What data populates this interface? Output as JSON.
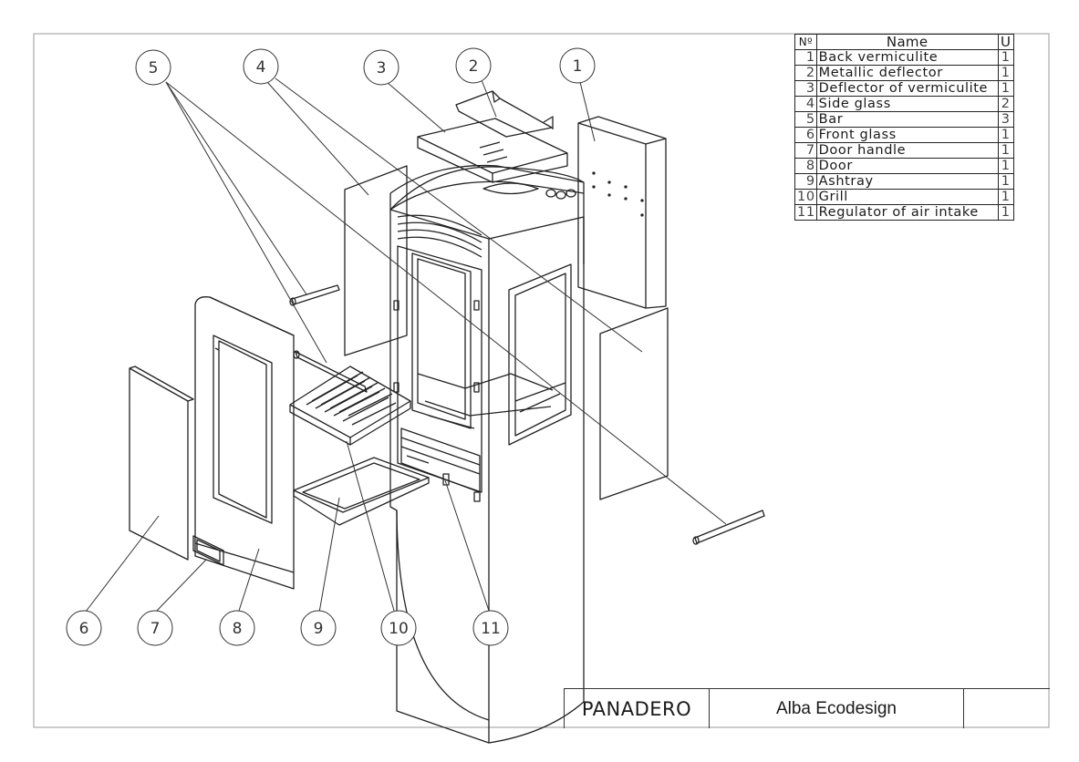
{
  "bom": {
    "headers": {
      "number": "Nº",
      "name": "Name",
      "units": "U"
    },
    "rows": [
      {
        "number": "1",
        "name": "Back vermiculite",
        "units": "1"
      },
      {
        "number": "2",
        "name": "Metallic deflector",
        "units": "1"
      },
      {
        "number": "3",
        "name": "Deflector of vermiculite",
        "units": "1"
      },
      {
        "number": "4",
        "name": "Side glass",
        "units": "2"
      },
      {
        "number": "5",
        "name": "Bar",
        "units": "3"
      },
      {
        "number": "6",
        "name": "Front glass",
        "units": "1"
      },
      {
        "number": "7",
        "name": "Door handle",
        "units": "1"
      },
      {
        "number": "8",
        "name": "Door",
        "units": "1"
      },
      {
        "number": "9",
        "name": "Ashtray",
        "units": "1"
      },
      {
        "number": "10",
        "name": "Grill",
        "units": "1"
      },
      {
        "number": "11",
        "name": "Regulator of air intake",
        "units": "1"
      }
    ]
  },
  "callouts": {
    "c1": "1",
    "c2": "2",
    "c3": "3",
    "c4": "4",
    "c5": "5",
    "c6": "6",
    "c7": "7",
    "c8": "8",
    "c9": "9",
    "c10": "10",
    "c11": "11"
  },
  "title_block": {
    "company": "PANADERO",
    "model": "Alba Ecodesign"
  }
}
